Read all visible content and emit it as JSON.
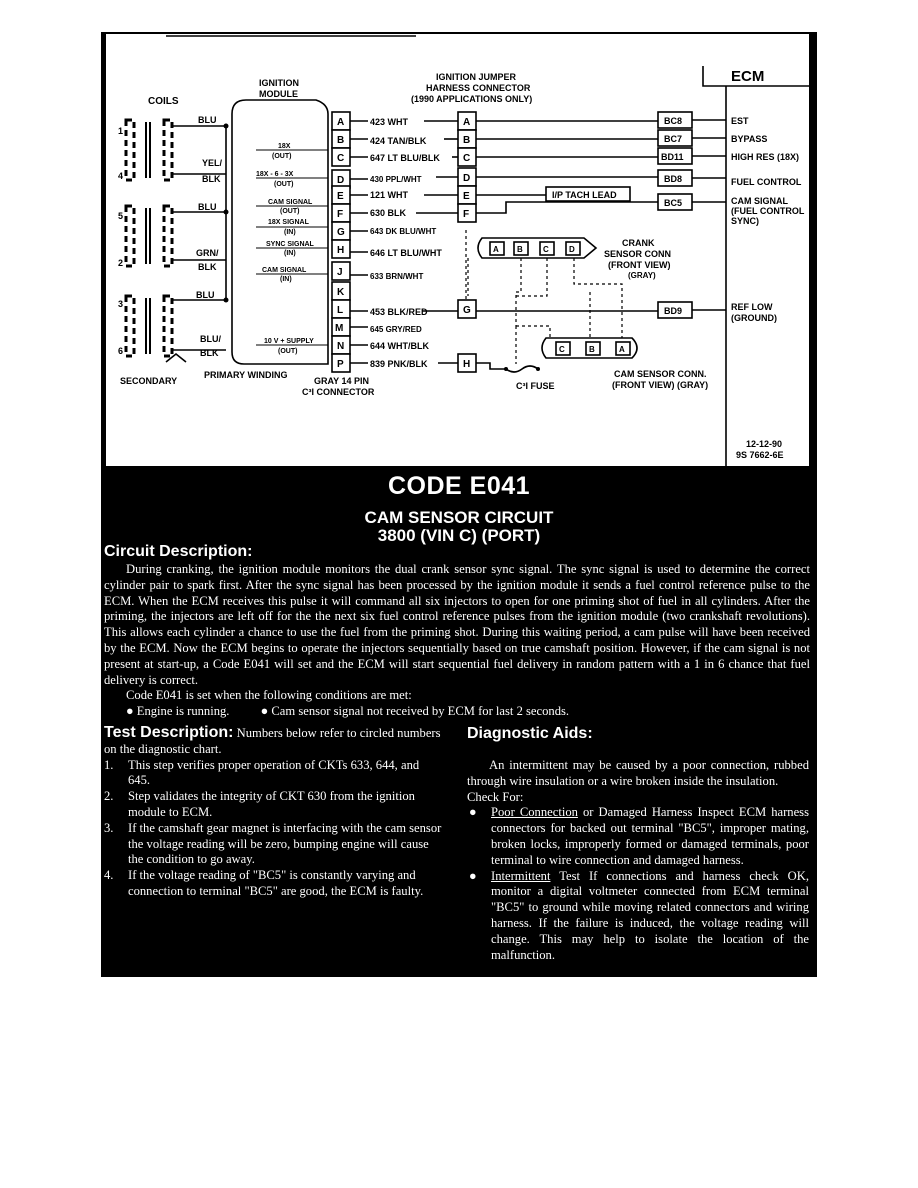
{
  "diagram": {
    "coils_label": "COILS",
    "ignition_module_label_1": "IGNITION",
    "ignition_module_label_2": "MODULE",
    "jumper_label_1": "IGNITION JUMPER",
    "jumper_label_2": "HARNESS CONNECTOR",
    "jumper_label_3": "(1990 APPLICATIONS ONLY)",
    "ecm_label": "ECM",
    "coil_numbers": [
      "1",
      "4",
      "5",
      "2",
      "3",
      "6"
    ],
    "coil_wires": [
      "BLU",
      "YEL/",
      "BLK",
      "BLU",
      "GRN/",
      "BLK",
      "BLU",
      "BLU/",
      "BLK"
    ],
    "module_signals": [
      "18X",
      "(OUT)",
      "18X - 6 - 3X",
      "(OUT)",
      "CAM SIGNAL",
      "(OUT)",
      "18X SIGNAL",
      "(IN)",
      "SYNC SIGNAL",
      "(IN)",
      "CAM SIGNAL",
      "(IN)",
      "10 V + SUPPLY",
      "(OUT)"
    ],
    "pins": [
      "A",
      "B",
      "C",
      "D",
      "E",
      "F",
      "G",
      "H",
      "J",
      "K",
      "L",
      "M",
      "N",
      "P"
    ],
    "circuits": [
      "423 WHT",
      "424 TAN/BLK",
      "647 LT BLU/BLK",
      "430 PPL/WHT",
      "121 WHT",
      "630 BLK",
      "643 DK BLU/WHT",
      "646 LT BLU/WHT",
      "633 BRN/WHT",
      "",
      "453 BLK/RED",
      "645 GRY/RED",
      "644 WHT/BLK",
      "839 PNK/BLK"
    ],
    "jumper_pins": [
      "A",
      "B",
      "C",
      "D",
      "E",
      "F",
      "G",
      "H"
    ],
    "ecm_pins": [
      "BC8",
      "BC7",
      "BD11",
      "BD8",
      "BC5",
      "BD9"
    ],
    "ecm_functions": [
      "EST",
      "BYPASS",
      "HIGH RES (18X)",
      "FUEL CONTROL",
      "CAM SIGNAL",
      "(FUEL CONTROL",
      "SYNC)",
      "REF LOW",
      "(GROUND)"
    ],
    "tach_lead": "I/P TACH LEAD",
    "crank_label": [
      "CRANK",
      "SENSOR CONN",
      "(FRONT VIEW)",
      "(GRAY)"
    ],
    "crank_pins": [
      "A",
      "B",
      "C",
      "D"
    ],
    "cam_pins": [
      "C",
      "B",
      "A"
    ],
    "cam_label": [
      "CAM SENSOR CONN.",
      "(FRONT VIEW) (GRAY)"
    ],
    "fuse_label": "C³I FUSE",
    "secondary_label": "SECONDARY",
    "primary_label": "PRIMARY WINDING",
    "connector_label_1": "GRAY 14 PIN",
    "connector_label_2": "C³I CONNECTOR",
    "date": "12-12-90",
    "ref_no": "9S 7662-6E"
  },
  "header": {
    "code": "CODE E041",
    "subtitle_1": "CAM SENSOR CIRCUIT",
    "subtitle_2": "3800 (VIN C) (PORT)"
  },
  "circuit_description": {
    "heading": "Circuit Description:",
    "paragraph": "During cranking, the ignition module monitors the dual crank sensor sync signal. The sync signal is used to determine the correct cylinder pair to spark first. After the sync signal has been processed by the ignition module it sends a fuel control reference pulse to the ECM. When the ECM receives this pulse it will command all six injectors to open for one priming shot of fuel in all cylinders. After the priming, the injectors are left off for the the next six fuel control reference pulses from the ignition module (two crankshaft revolutions). This allows each cylinder a chance to use the fuel from the priming shot. During this waiting period, a cam pulse will have been received by the ECM. Now the ECM begins to operate the injectors sequentially based on true camshaft position. However, if the cam signal is not present at start-up, a Code E041 will set and the ECM will start sequential fuel delivery in random pattern with a 1 in 6 chance that fuel delivery is correct.",
    "set_line": "Code E041 is set when the following conditions are met:",
    "conditions": [
      "Engine is running.",
      "Cam sensor signal not received by ECM for last 2 seconds."
    ]
  },
  "test_description": {
    "heading": "Test Description:",
    "intro": "Numbers below refer to circled numbers on the diagnostic chart.",
    "steps": [
      {
        "num": "1.",
        "text": "This step verifies proper operation of CKTs 633, 644, and 645."
      },
      {
        "num": "2.",
        "text": "Step validates the integrity of CKT 630 from the ignition module to ECM."
      },
      {
        "num": "3.",
        "text": "If the camshaft gear magnet is interfacing with the cam sensor the voltage reading will be zero, bumping engine will cause the condition to go away."
      },
      {
        "num": "4.",
        "text": "If the voltage reading of \"BC5\" is constantly varying and connection to terminal \"BC5\" are good, the ECM is faulty."
      }
    ]
  },
  "diagnostic_aids": {
    "heading": "Diagnostic Aids:",
    "intro": "An intermittent may be caused by a poor connection, rubbed through wire insulation or a wire broken inside the insulation.",
    "check_for": "Check For:",
    "items": [
      {
        "title": "Poor Connection",
        "text": " or Damaged Harness Inspect ECM harness connectors for backed out terminal \"BC5\", improper mating, broken locks, improperly formed or damaged terminals, poor terminal to wire connection and damaged harness."
      },
      {
        "title": "Intermittent",
        "text": " Test If connections and harness check OK, monitor a digital voltmeter connected from ECM terminal \"BC5\" to ground while moving related connectors and wiring harness. If the failure is induced, the voltage reading will change. This may help to isolate the location of the malfunction."
      }
    ]
  }
}
